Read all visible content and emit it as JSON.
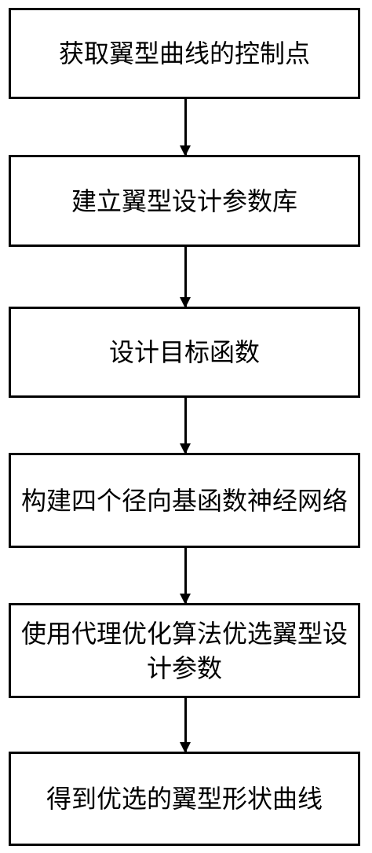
{
  "flowchart": {
    "steps": [
      {
        "label": "获取翼型曲线的控制点"
      },
      {
        "label": "建立翼型设计参数库"
      },
      {
        "label": "设计目标函数"
      },
      {
        "label": "构建四个径向基函数神经网络"
      },
      {
        "label": "使用代理优化算法优选翼型设计参数"
      },
      {
        "label": "得到优选的翼型形状曲线"
      }
    ],
    "colors": {
      "border": "#000000",
      "text": "#000000",
      "background": "#ffffff"
    }
  }
}
